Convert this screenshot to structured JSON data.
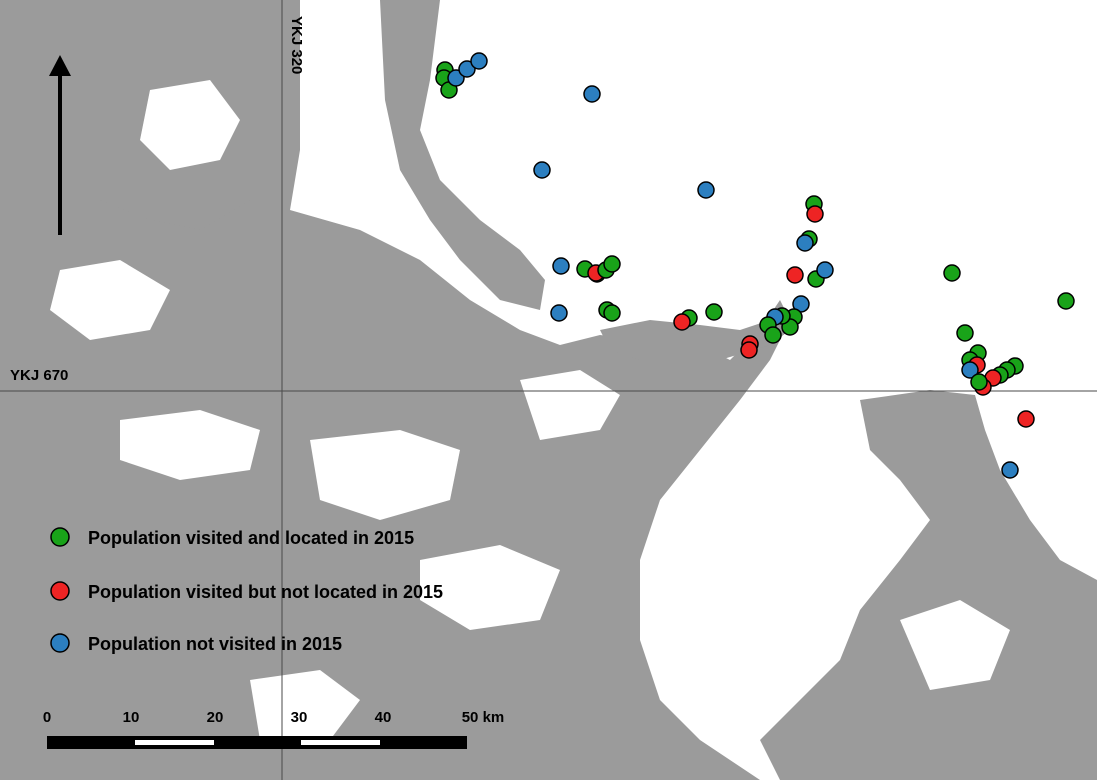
{
  "grid": {
    "easting_label": "YKJ 320",
    "northing_label": "YKJ 670"
  },
  "north_arrow": {
    "icon": "north-arrow-icon"
  },
  "colors": {
    "land": "#ffffff",
    "water": "#9b9b9b",
    "grid_line": "#4a4a4a",
    "located": "#19a319",
    "not_located": "#ee2424",
    "not_visited": "#2c7fc0"
  },
  "legend": [
    {
      "status": "located",
      "label": "Population visited and located in 2015"
    },
    {
      "status": "not_located",
      "label": "Population visited but not located in 2015"
    },
    {
      "status": "not_visited",
      "label": "Population not visited in 2015"
    }
  ],
  "scale_bar": {
    "ticks": [
      "0",
      "10",
      "20",
      "30",
      "40",
      "50 km"
    ]
  }
}
